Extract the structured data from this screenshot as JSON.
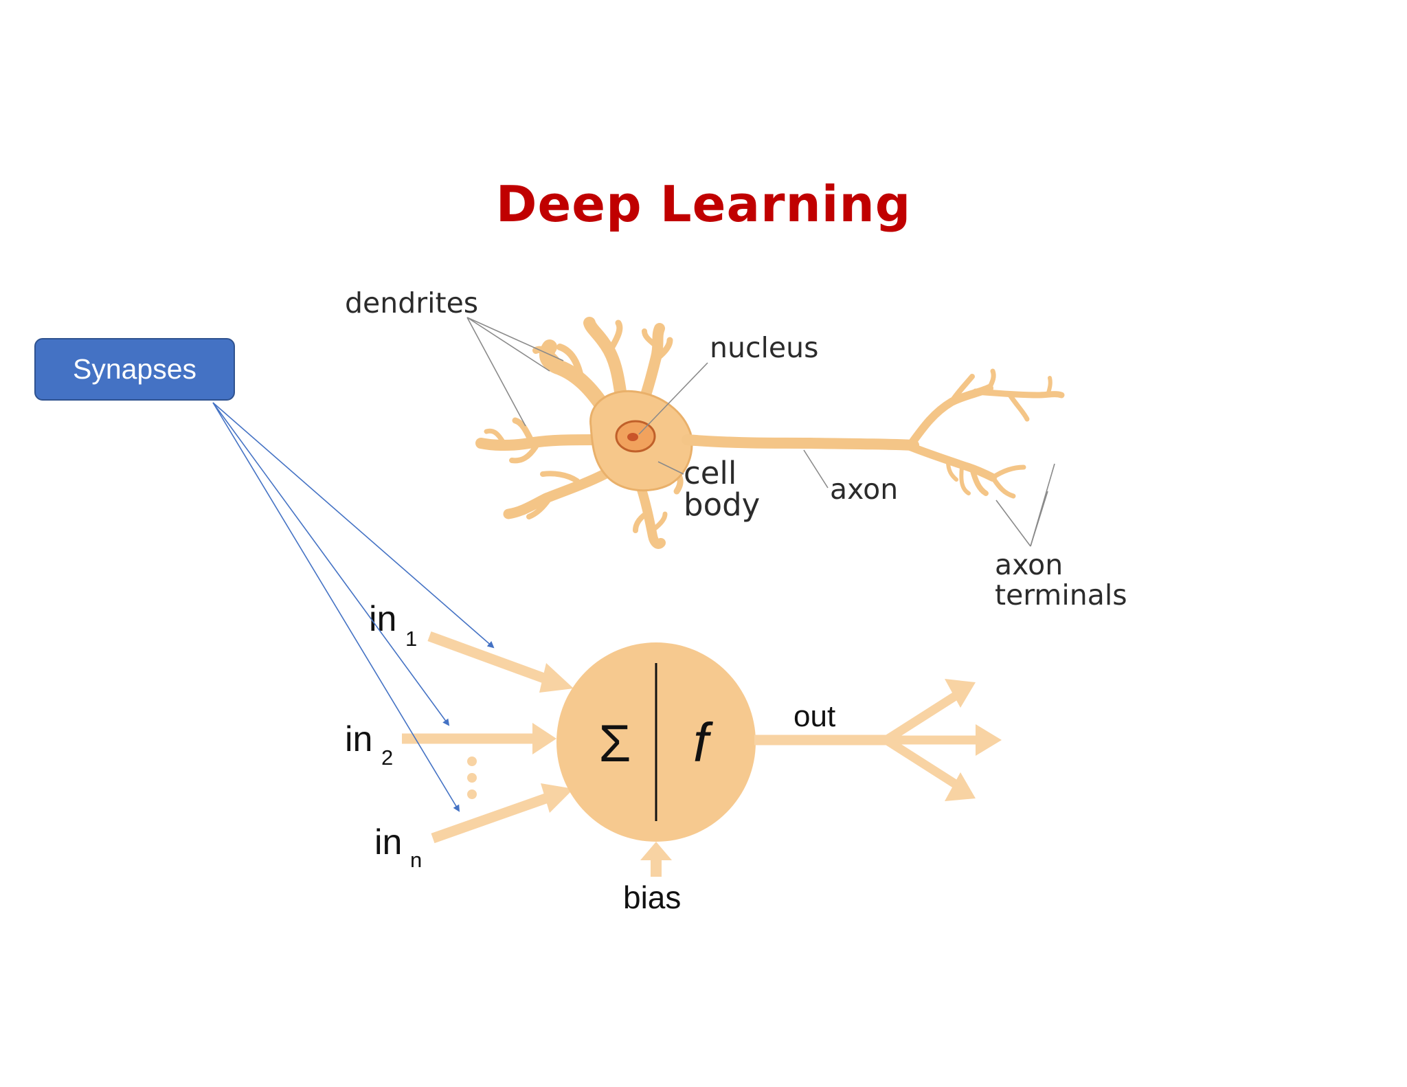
{
  "slide": {
    "title": "Deep Learning",
    "title_color": "#c00000",
    "callout": {
      "label": "Synapses",
      "fill": "#4472c4"
    }
  },
  "neuron": {
    "labels": {
      "dendrites": "dendrites",
      "nucleus": "nucleus",
      "cell": "cell",
      "body": "body",
      "axon": "axon",
      "axon_terminals_1": "axon",
      "axon_terminals_2": "terminals"
    },
    "colors": {
      "body": "#f7c98b",
      "outline": "#e8a95b",
      "nucleus": "#e07b39"
    }
  },
  "perceptron": {
    "inputs": [
      {
        "base": "in",
        "sub": "1"
      },
      {
        "base": "in",
        "sub": "2"
      },
      {
        "base": "in",
        "sub": "n"
      }
    ],
    "sum_symbol": "Σ",
    "function_symbol": "f",
    "output_label": "out",
    "bias_label": "bias",
    "colors": {
      "node": "#f6c98f",
      "arrows": "#f8d3a3",
      "pointer": "#4472c4"
    }
  }
}
